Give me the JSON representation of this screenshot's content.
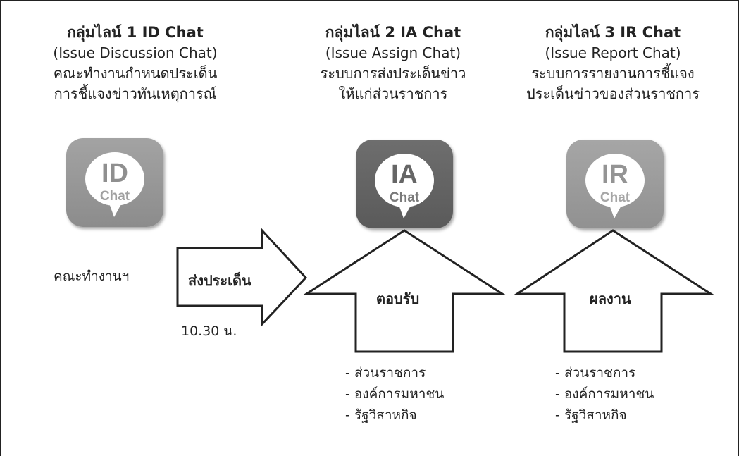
{
  "columns": [
    {
      "title": "กลุ่มไลน์ 1 ID Chat",
      "subtitle": "(Issue Discussion Chat)",
      "desc_line1": "คณะทำงานกำหนดประเด็น",
      "desc_line2": "การชี้แจงข่าวทันเหตุการณ์",
      "icon_abbr": "ID",
      "icon_word": "Chat"
    },
    {
      "title": "กลุ่มไลน์ 2 IA Chat",
      "subtitle": "(Issue Assign Chat)",
      "desc_line1": "ระบบการส่งประเด็นข่าว",
      "desc_line2": "ให้แก่ส่วนราชการ",
      "icon_abbr": "IA",
      "icon_word": "Chat"
    },
    {
      "title": "กลุ่มไลน์ 3 IR Chat",
      "subtitle": "(Issue Report Chat)",
      "desc_line1": "ระบบการรายงานการชี้แจง",
      "desc_line2": "ประเด็นข่าวของส่วนราชการ",
      "icon_abbr": "IR",
      "icon_word": "Chat"
    }
  ],
  "team_label": "คณะทำงานฯ",
  "send_arrow_label": "ส่งประเด็น",
  "send_time": "10.30 น.",
  "accept_arrow_label": "ตอบรับ",
  "result_arrow_label": "ผลงาน",
  "agency_lists": [
    [
      "- ส่วนราชการ",
      "- องค์การมหาชน",
      "- รัฐวิสาหกิจ"
    ],
    [
      "- ส่วนราชการ",
      "- องค์การมหาชน",
      "- รัฐวิสาหกิจ"
    ]
  ]
}
